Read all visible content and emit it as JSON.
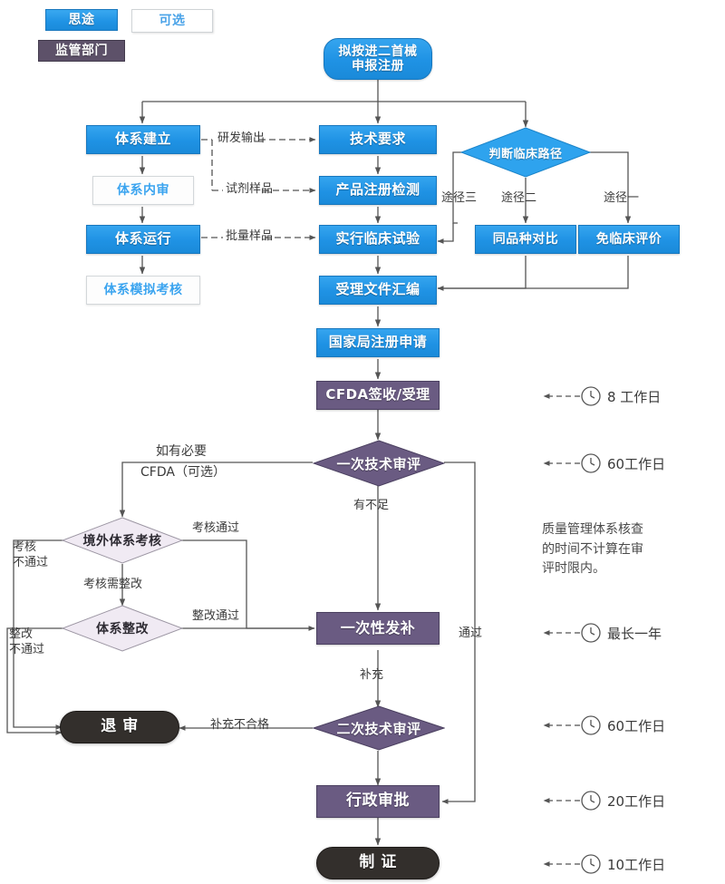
{
  "legend": {
    "company": "思途",
    "regulator": "监管部门",
    "optional": "可选"
  },
  "nodes": {
    "start": "拟按进二首械\n申报注册",
    "sys_build": "体系建立",
    "sys_internal_audit": "体系内审",
    "sys_operation": "体系运行",
    "sys_mock_assess": "体系模拟考核",
    "tech_req": "技术要求",
    "product_reg_test": "产品注册检测",
    "clinical_trial": "实行临床试验",
    "doc_compile": "受理文件汇编",
    "nmpa_application": "国家局注册申请",
    "clinical_path": "判断临床路径",
    "same_kind_compare": "同品种对比",
    "clinical_exempt": "免临床评价",
    "cfda_receipt": "CFDA签收/受理",
    "first_tech_review": "一次技术审评",
    "overseas_audit": "境外体系考核",
    "system_rectify": "体系整改",
    "one_time_supplement": "一次性发补",
    "return_review": "退 审",
    "second_tech_review": "二次技术审评",
    "admin_approval": "行政审批",
    "certificate": "制 证"
  },
  "edge_labels": {
    "rd_output": "研发输出",
    "reagent_sample": "试剂样品",
    "batch_sample": "批量样品",
    "path_three": "途径三",
    "path_two": "途径二",
    "path_one": "途径一",
    "if_needed": "如有必要",
    "cfda_optional": "CFDA（可选）",
    "audit_pass": "考核通过",
    "audit_fail": "考核\n不通过",
    "audit_need_rectify": "考核需整改",
    "rectify_pass": "整改通过",
    "rectify_fail": "整改\n不通过",
    "has_deficiency": "有不足",
    "pass": "通过",
    "supplement": "补充",
    "supplement_unqualified": "补充不合格"
  },
  "time_annotations": [
    {
      "id": "cfda-receipt-time",
      "value": "8 工作日"
    },
    {
      "id": "first-review-time",
      "value": "60工作日"
    },
    {
      "id": "supplement-time",
      "value": "最长一年"
    },
    {
      "id": "second-review-time",
      "value": "60工作日"
    },
    {
      "id": "admin-approval-time",
      "value": "20工作日"
    },
    {
      "id": "certificate-time",
      "value": "10工作日"
    }
  ],
  "note": "质量管理体系核查\n的时间不计算在审\n评时限内。",
  "colors": {
    "blue": "#1f92e4",
    "purple": "#6a5b82",
    "legend_purple": "#5d5169",
    "dark": "#332f2c",
    "pale_diamond": "#f0ebf2",
    "line": "#555555"
  }
}
